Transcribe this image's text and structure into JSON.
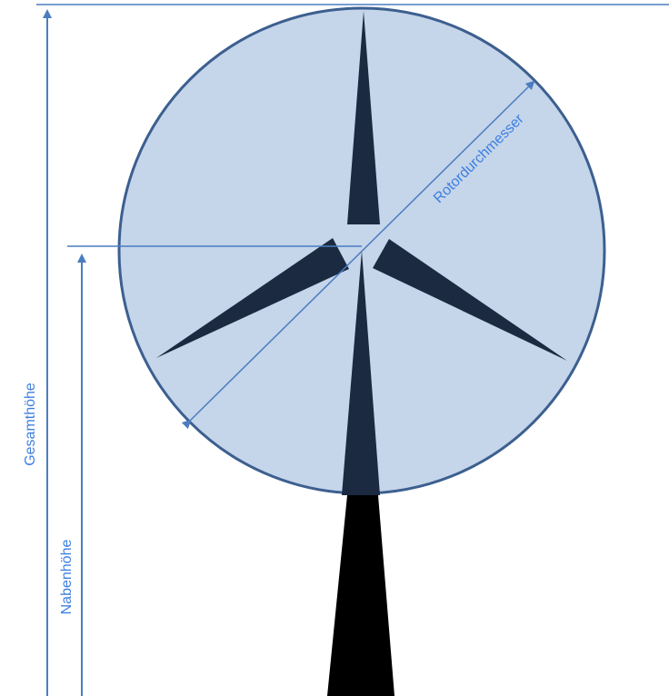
{
  "labels": {
    "total_height": "Gesamthöhe",
    "hub_height": "Nabenhöhe",
    "rotor_diameter": "Rotordurchmesser"
  },
  "colors": {
    "rotor_fill": "#c5d5ea",
    "rotor_stroke": "#3c5f8f",
    "blade": "#1b2a41",
    "tower": "#000000",
    "dimension_line": "#4a7dbf",
    "label_text": "#3d7fe0"
  }
}
